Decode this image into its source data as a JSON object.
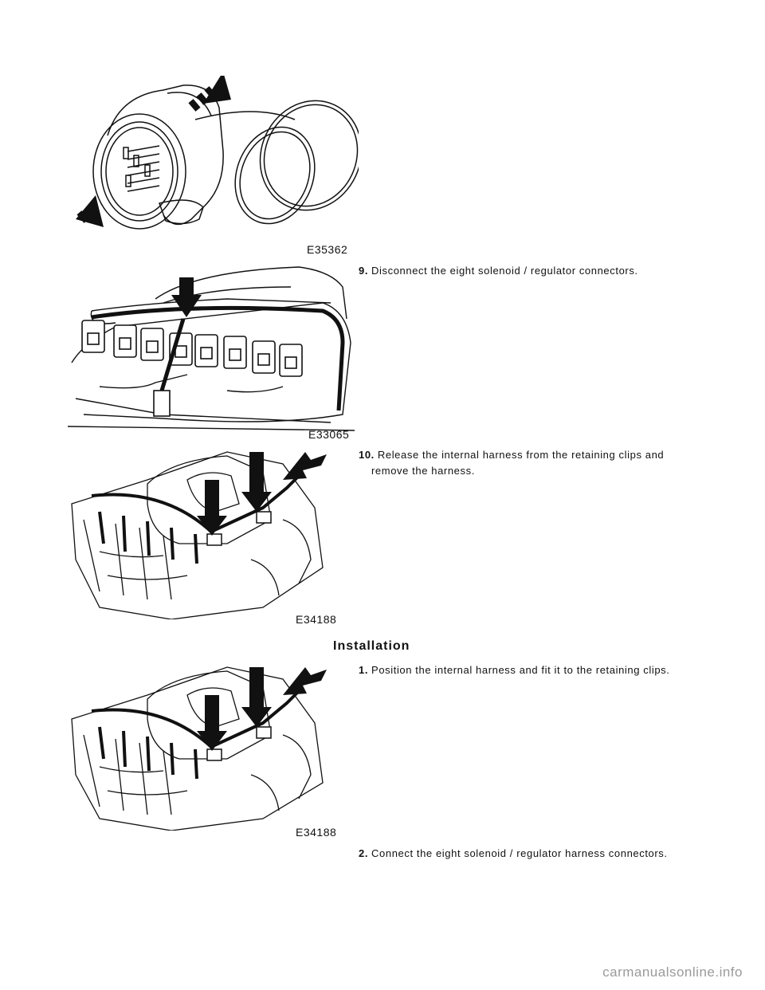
{
  "figures": [
    {
      "code": "E35362"
    },
    {
      "code": "E33065"
    },
    {
      "code": "E34188"
    },
    {
      "code": "E34188"
    }
  ],
  "steps": [
    {
      "num": "9.",
      "text": "Disconnect the eight solenoid / regulator connectors."
    },
    {
      "num": "10.",
      "text": "Release the internal harness from the retaining clips and",
      "cont": "remove the harness."
    },
    {
      "num": "1.",
      "text": "Position the internal harness and fit it to the retaining clips."
    },
    {
      "num": "2.",
      "text": "Connect the eight solenoid / regulator harness connectors."
    }
  ],
  "section_heading": "Installation",
  "watermark": "carmanualsonline.info"
}
